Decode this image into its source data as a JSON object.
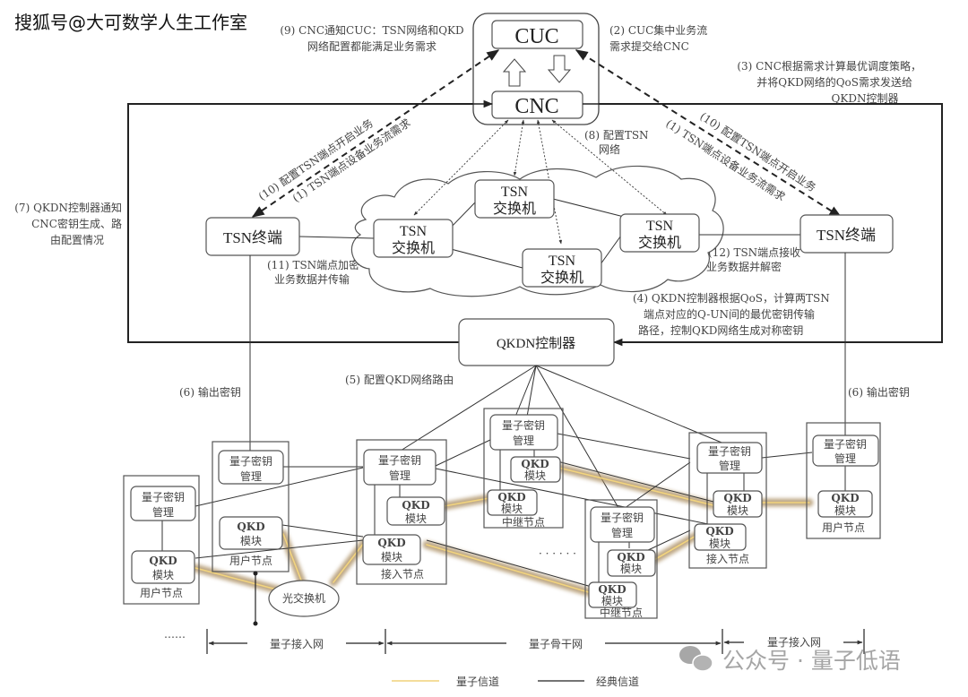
{
  "watermark_top": "搜狐号@大可数学人生工作室",
  "watermark_bottom": "公众号 · 量子低语",
  "control": {
    "cuc": "CUC",
    "cnc": "CNC",
    "qkdn_controller": "QKDN控制器"
  },
  "tsn": {
    "endpoint_left": "TSN终端",
    "endpoint_right": "TSN终端",
    "switch_line1": "TSN",
    "switch_line2": "交换机"
  },
  "steps": {
    "s1_left": "(1) TSN端点设备业务流需求",
    "s1_right": "(1) TSN端点设备业务流需求",
    "s2": [
      "(2) CUC集中业务流",
      "需求提交给CNC"
    ],
    "s3": [
      "(3) CNC根据需求计算最优调度策略，",
      "并将QKD网络的QoS需求发送给",
      "QKDN控制器"
    ],
    "s4": [
      "(4) QKDN控制器根据QoS，计算两TSN",
      "端点对应的Q-UN间的最优密钥传输",
      "路径，控制QKD网络生成对称密钥"
    ],
    "s5": "(5) 配置QKD网络路由",
    "s6_left": "(6) 输出密钥",
    "s6_right": "(6) 输出密钥",
    "s7": [
      "(7) QKDN控制器通知",
      "CNC密钥生成、路",
      "由配置情况"
    ],
    "s8": [
      "(8) 配置TSN",
      "网络"
    ],
    "s9": [
      "(9) CNC通知CUC：TSN网络和QKD",
      "网络配置都能满足业务需求"
    ],
    "s10_left": "(10) 配置TSN端点开启业务",
    "s10_right": "(10) 配置TSN端点开启业务",
    "s11": [
      "(11) TSN端点加密",
      "业务数据并传输"
    ],
    "s12": [
      "(12) TSN端点接收",
      "业务数据并解密"
    ]
  },
  "qkd": {
    "key_mgmt_line1": "量子密钥",
    "key_mgmt_line2": "管理",
    "module_line1": "QKD",
    "module_line2": "模块",
    "user_node": "用户节点",
    "access_node": "接入节点",
    "relay_node": "中继节点",
    "optical_switch": "光交换机",
    "ellipsis": "……",
    "dots": "· · · · · ·"
  },
  "segments": {
    "access_left": "量子接入网",
    "backbone": "量子骨干网",
    "access_right": "量子接入网",
    "left_dots": "……"
  },
  "legend": {
    "quantum_channel": "量子信道",
    "classical_channel": "经典信道",
    "quantum_color": "#b89a6e",
    "quantum_core_color": "#f0d27a"
  }
}
